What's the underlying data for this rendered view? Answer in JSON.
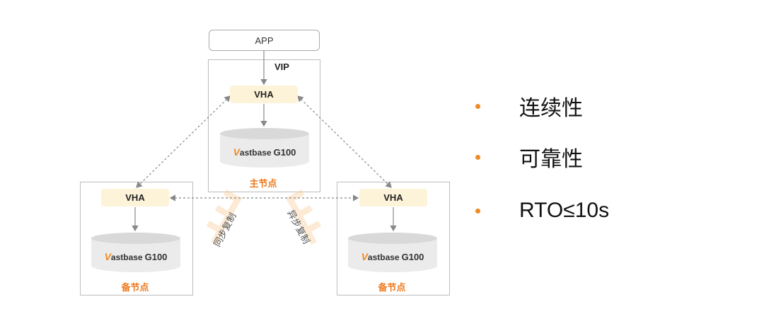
{
  "diagram": {
    "app_label": "APP",
    "vip_label": "VIP",
    "vha_label": "VHA",
    "db_brand": {
      "v": "V",
      "rest": "astbase",
      "version": "G100"
    },
    "primary_label": "主节点",
    "standby_label": "备节点",
    "sync_label": "同步复制",
    "async_label": "异步复制"
  },
  "bullets": {
    "items": [
      "连续性",
      "可靠性",
      "RTO≤10s"
    ],
    "dot_color": "#f08a24"
  },
  "colors": {
    "accent": "#f08a24",
    "node_label": "#ee7a1e",
    "vha_fill": "#fdf3d8"
  }
}
